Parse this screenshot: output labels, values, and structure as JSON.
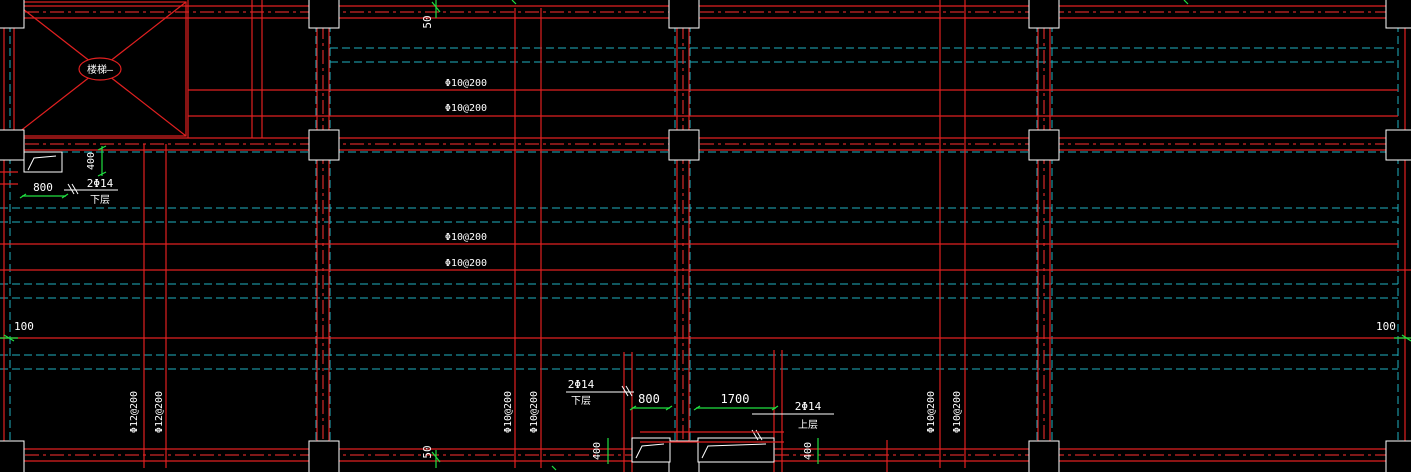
{
  "drawing": {
    "kind": "reinforced concrete slab / beam reinforcement plan (CAD)",
    "colors": {
      "background": "#000000",
      "beam_line": "#e02020",
      "axis_dash": "#ff3030",
      "slab_edge_dash": "#20b0c0",
      "column_outline": "#ffffff",
      "dimension": "#20e040",
      "text": "#ffffff"
    },
    "opening_label": "楼梯—",
    "rebar_labels": {
      "horiz_top_1": "Φ10@200",
      "horiz_top_2": "Φ10@200",
      "horiz_mid_1": "Φ10@200",
      "horiz_mid_2": "Φ10@200",
      "vert_left_1": "Φ12@200",
      "vert_left_2": "Φ12@200",
      "vert_mid_1": "Φ10@200",
      "vert_mid_2": "Φ10@200",
      "vert_right_1": "Φ10@200",
      "vert_right_2": "Φ10@200"
    },
    "dimensions": {
      "top_50": "50",
      "bottom_50": "50",
      "left_100": "100",
      "right_100": "100",
      "detail_left_400": "400",
      "detail_left_800": "800",
      "detail_bottom_800": "800",
      "detail_bottom_1700": "1700",
      "detail_bottom_400a": "400",
      "detail_bottom_400b": "400"
    },
    "callouts": {
      "left_bars": "2Φ14",
      "left_layer": "下层",
      "bottom_left_bars": "2Φ14",
      "bottom_left_layer": "下层",
      "bottom_right_bars": "2Φ14",
      "bottom_right_layer": "上层"
    }
  }
}
